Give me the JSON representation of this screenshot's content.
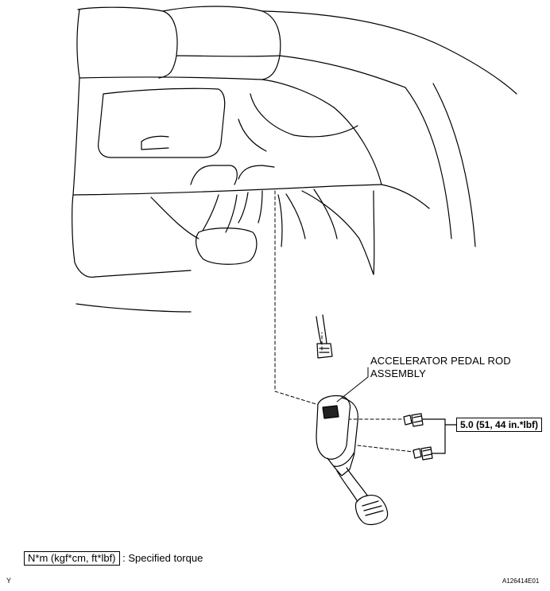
{
  "part_label_line1": "ACCELERATOR PEDAL ROD",
  "part_label_line2": "ASSEMBLY",
  "torque_value": "5.0 (51, 44 in.*lbf)",
  "legend_unit": "N*m (kgf*cm, ft*lbf)",
  "legend_text": ": Specified torque",
  "corner_letter": "Y",
  "figure_code": "A126414E01"
}
